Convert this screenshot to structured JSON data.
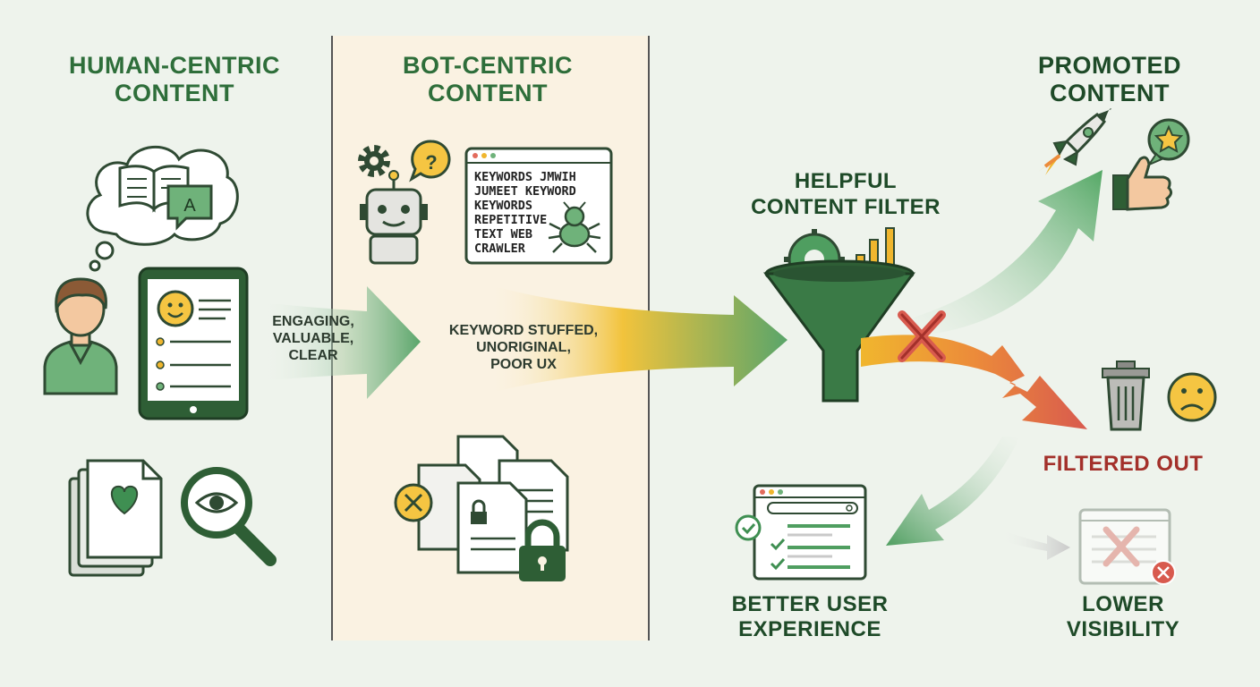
{
  "headings": {
    "human_centric": "HUMAN-CENTRIC\nCONTENT",
    "bot_centric": "BOT-CENTRIC\nCONTENT",
    "helpful_filter": "HELPFUL\nCONTENT FILTER",
    "promoted": "PROMOTED\nCONTENT",
    "filtered_out": "FILTERED OUT",
    "better_ux": "BETTER USER\nEXPERIENCE",
    "lower_visibility": "LOWER\nVISIBILITY"
  },
  "arrow_labels": {
    "human": "ENGAGING,\nVALUABLE,\nCLEAR",
    "bot": "KEYWORD STUFFED,\nUNORIGINAL,\nPOOR UX"
  },
  "icons": {
    "speech_letter": "A",
    "question": "?"
  },
  "keyword_lines": [
    "KEYWORDS JMWIH",
    "JUMEET KEYWORD",
    "KEYWORDS",
    "REPETITIVE",
    "TEXT WEB",
    "CRAWLER"
  ],
  "colors": {
    "green": "#2e6e3a",
    "light_green": "#6fb27a",
    "yellow": "#f0b62e",
    "orange": "#ec8b3a",
    "red": "#d85a4e",
    "panel": "#faf2e2"
  }
}
